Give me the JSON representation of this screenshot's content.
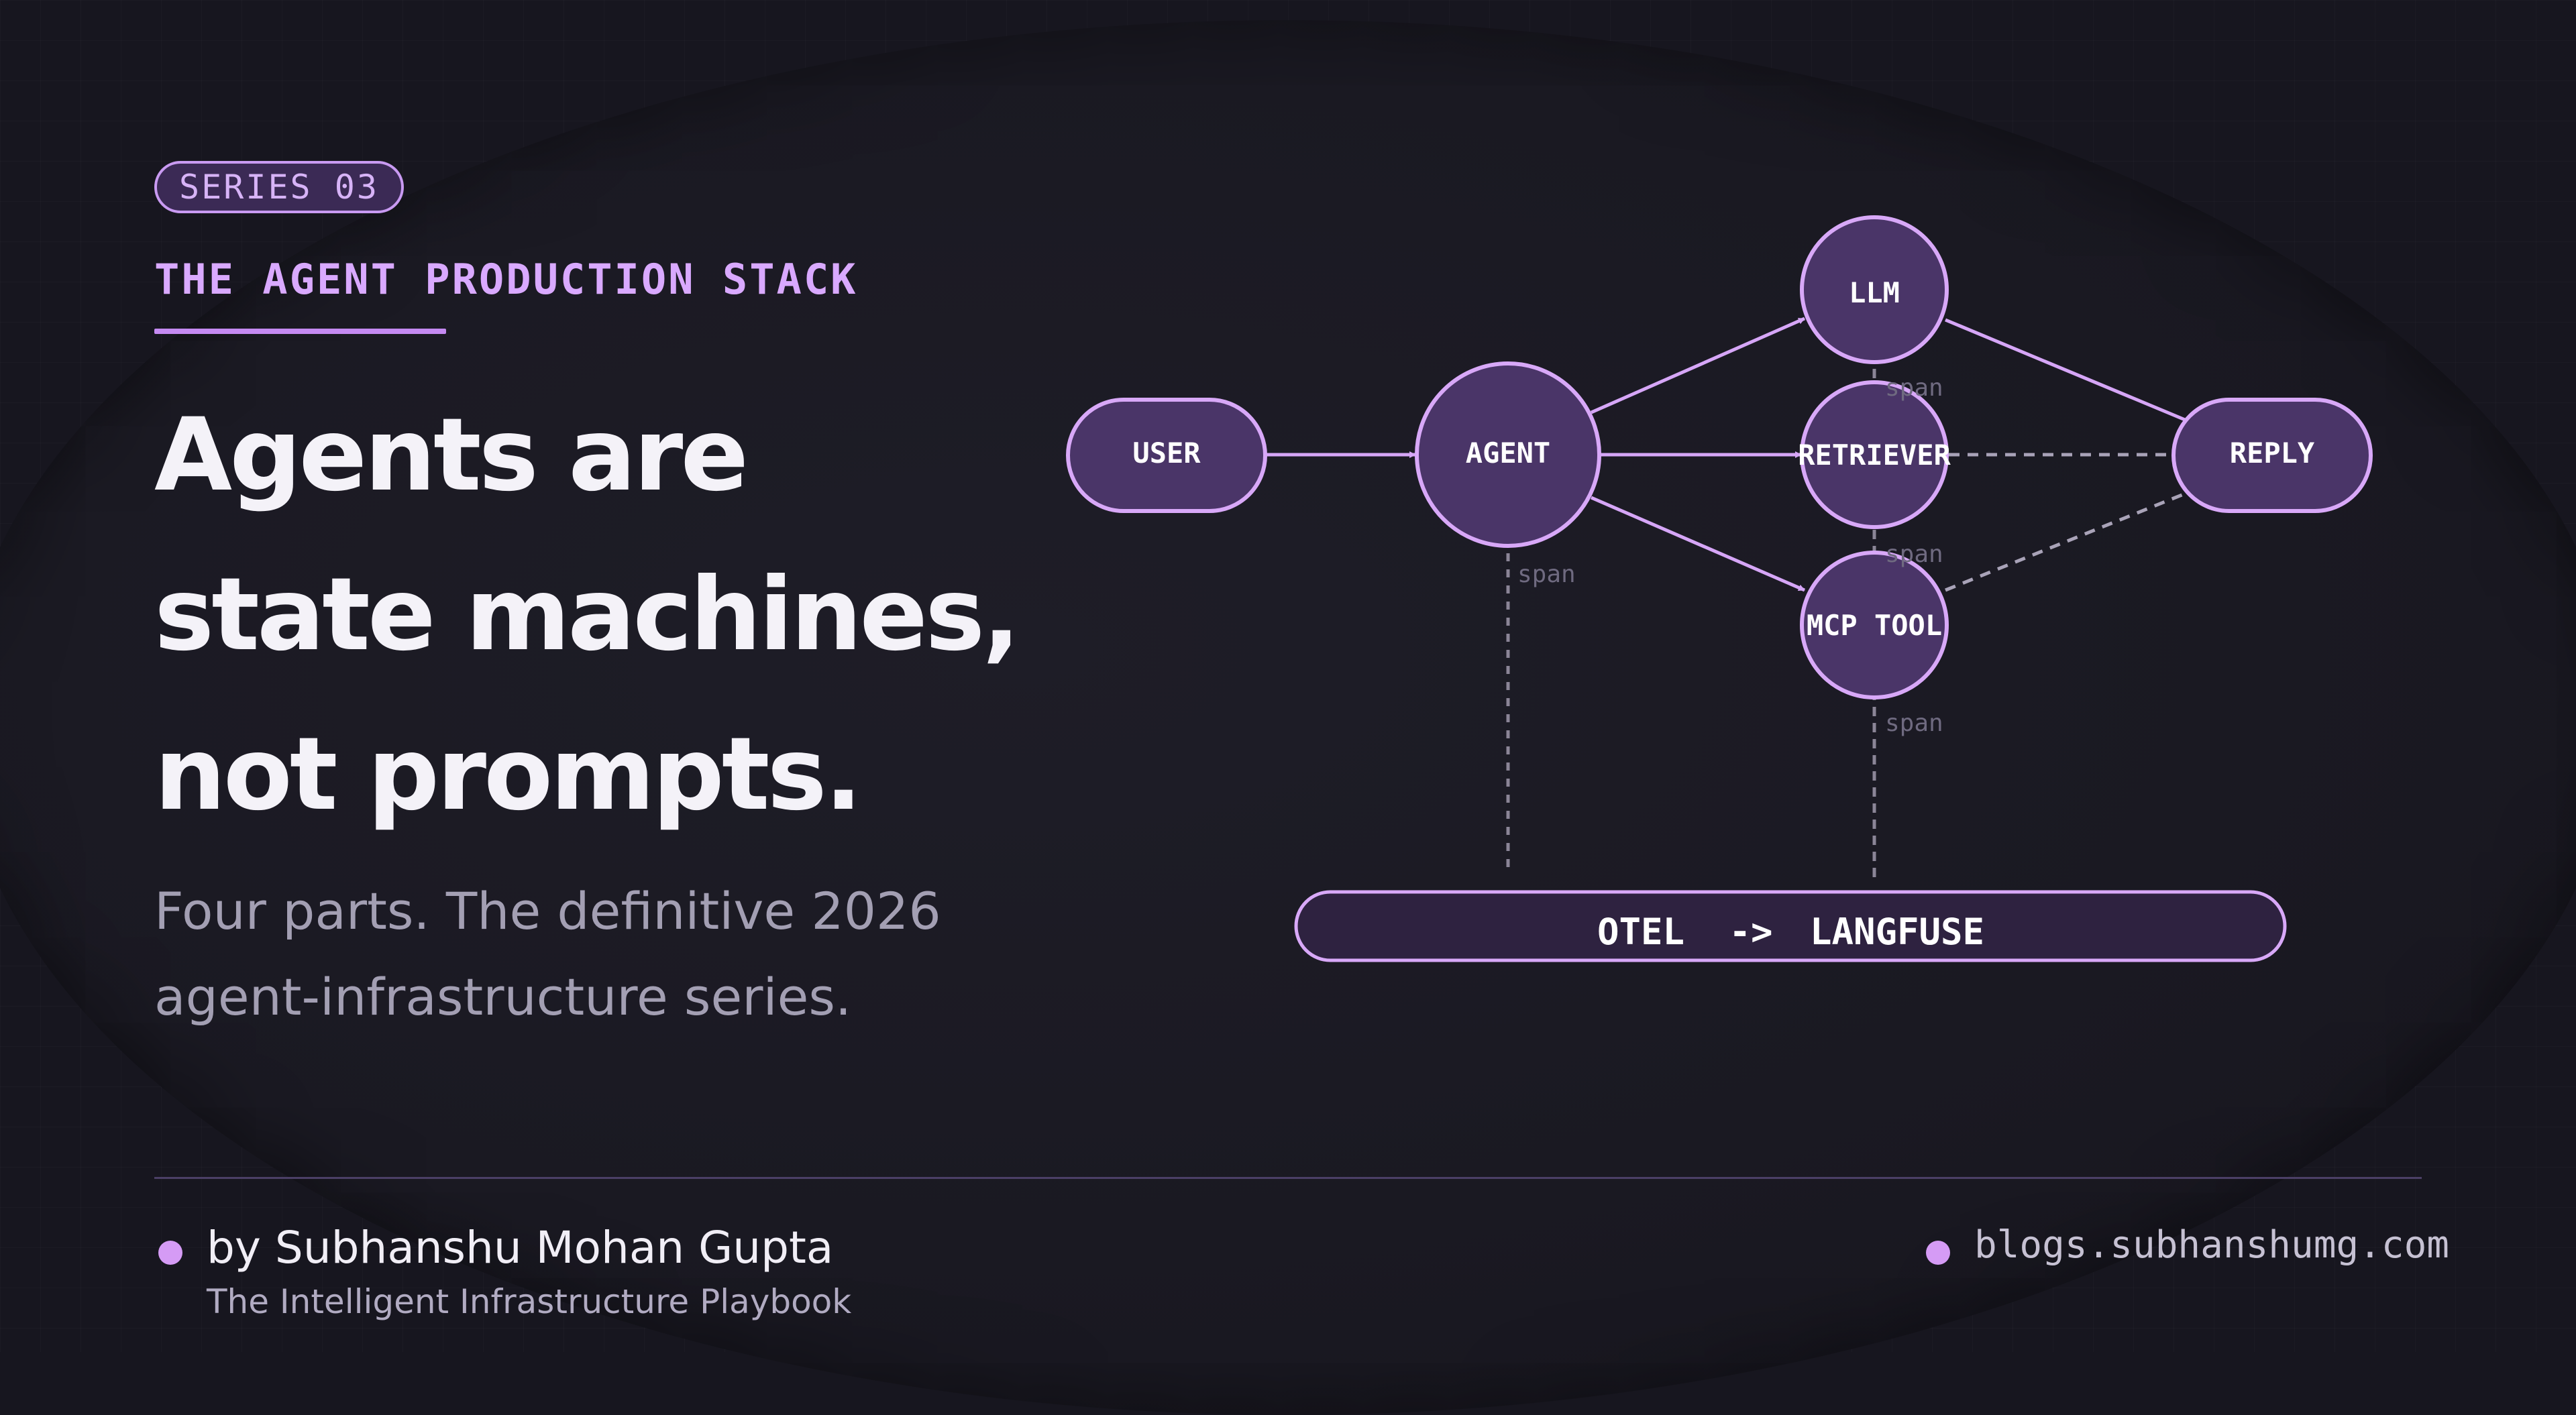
{
  "series_badge": "SERIES 03",
  "kicker": "THE AGENT PRODUCTION STACK",
  "headline": [
    "Agents are",
    "state machines,",
    "not prompts."
  ],
  "subhead": [
    "Four parts. The definitive 2026",
    "agent-infrastructure series."
  ],
  "author": "by Subhanshu Mohan Gupta",
  "tagline": "The Intelligent Infrastructure Playbook",
  "site": "blogs.subhanshumg.com",
  "colors": {
    "accent": "#d59bf5",
    "node_fill": "#4a3568",
    "background": "#17161f"
  },
  "diagram": {
    "nodes": {
      "user": "USER",
      "agent": "AGENT",
      "llm": "LLM",
      "retriever": "RETRIEVER",
      "mcp_tool": "MCP TOOL",
      "reply": "REPLY"
    },
    "span_label": "span",
    "bus": {
      "from": "OTEL",
      "arrow": "->",
      "to": "LANGFUSE"
    }
  }
}
